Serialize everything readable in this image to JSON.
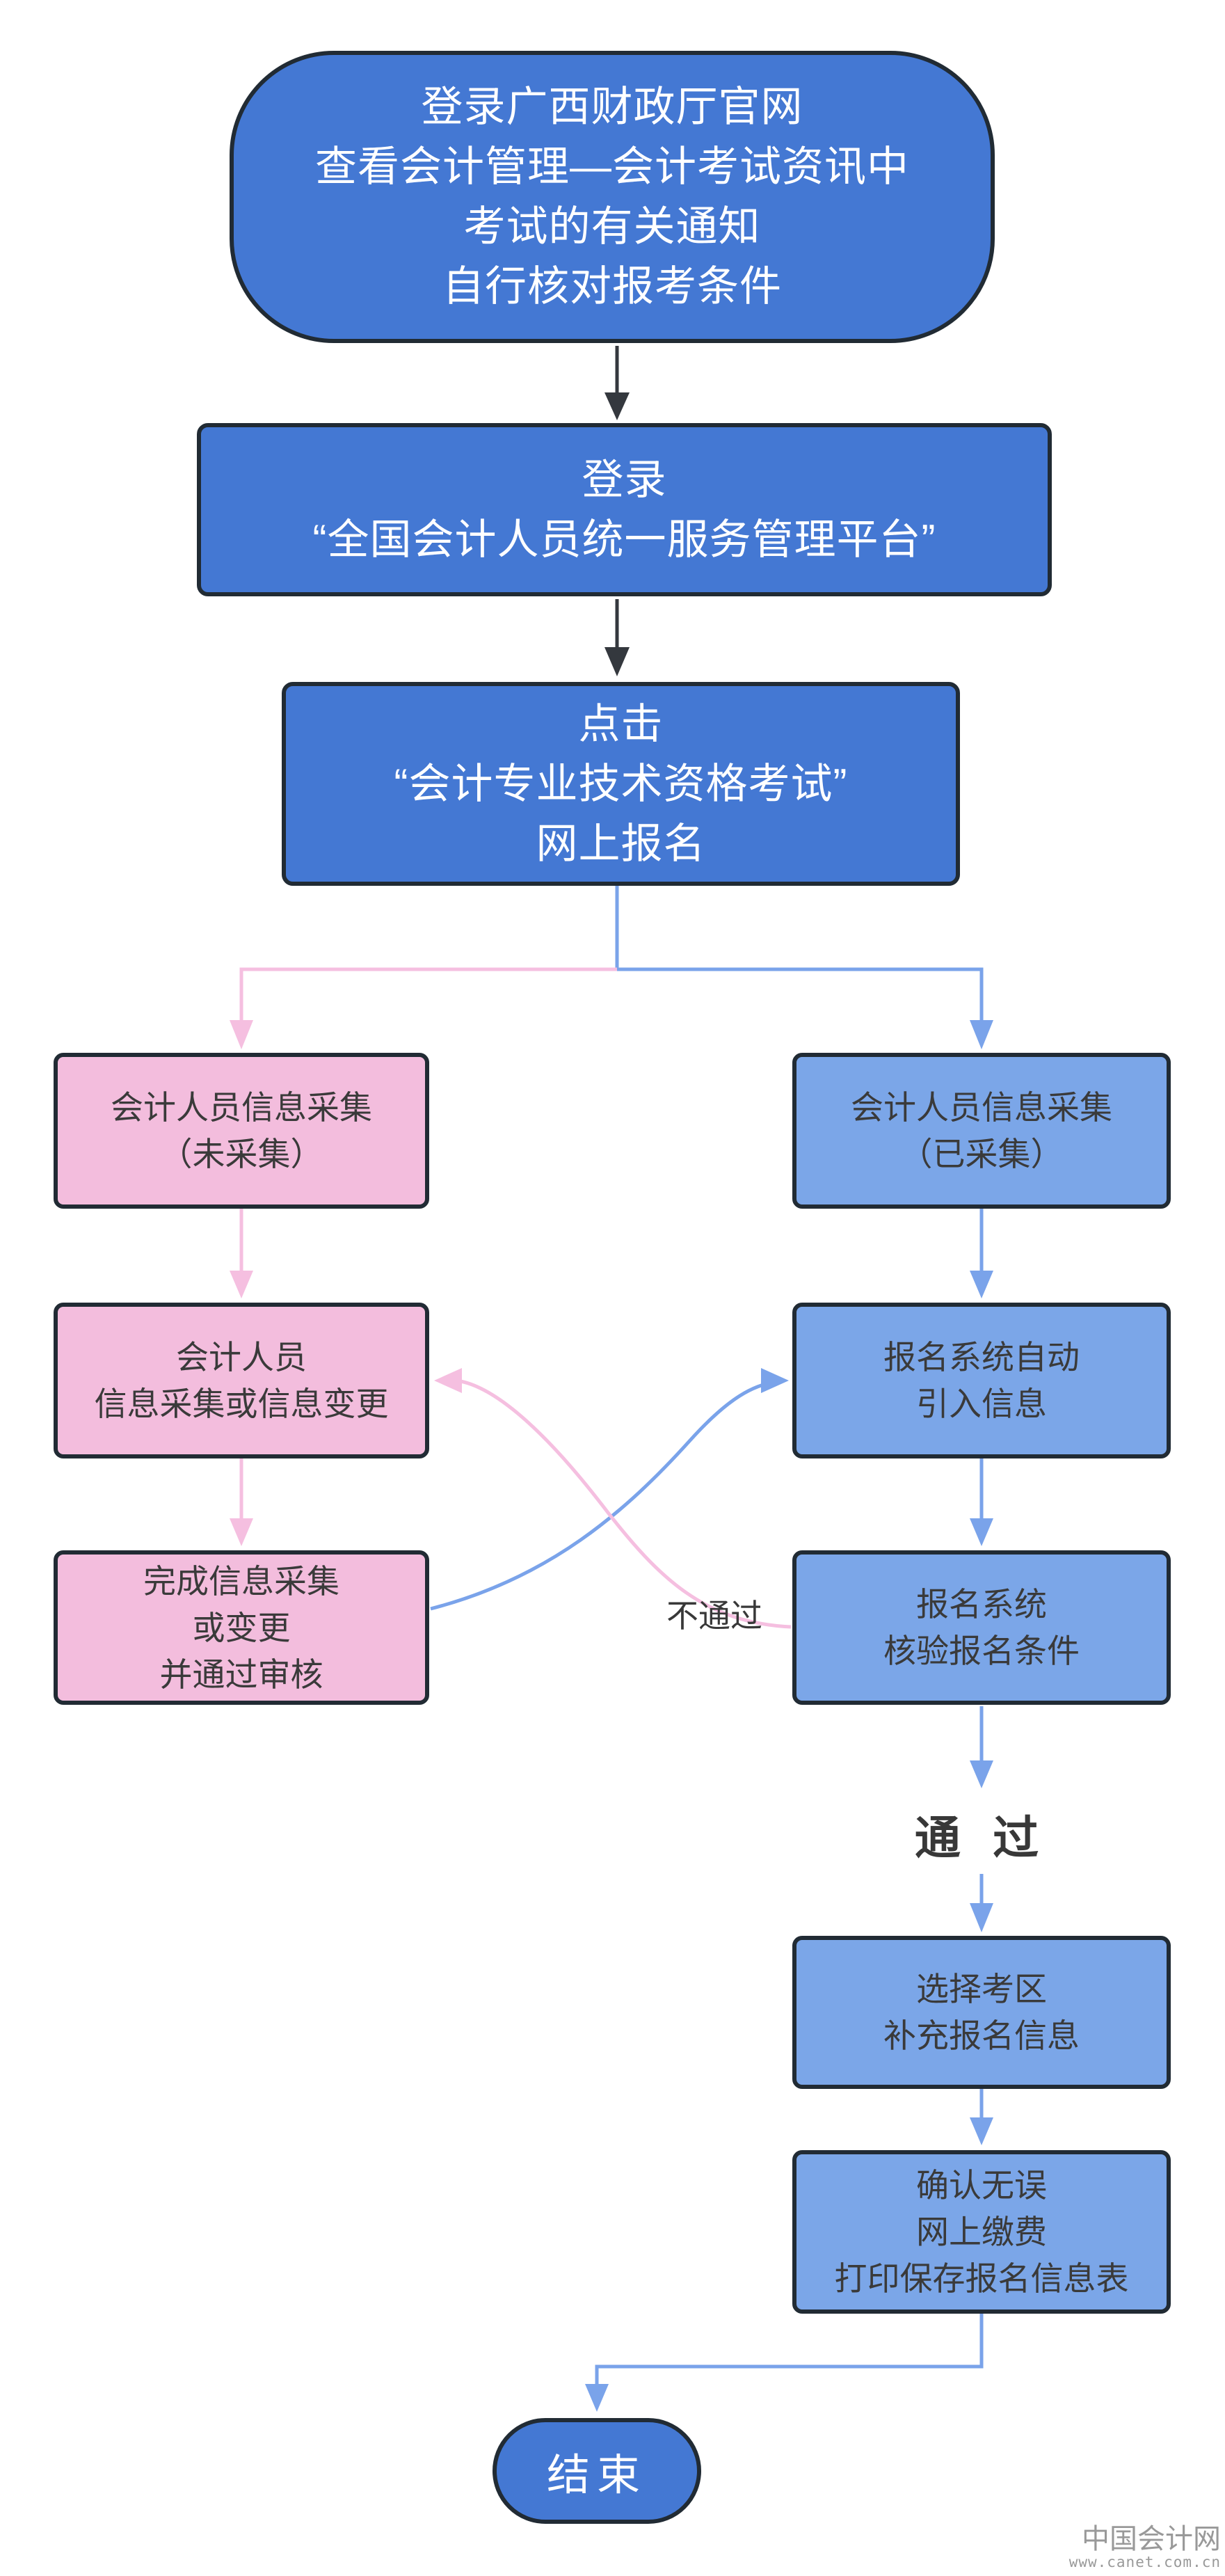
{
  "flowchart": {
    "nodes": {
      "notice": {
        "lines": [
          "登录广西财政厅官网",
          "查看会计管理—会计考试资讯中",
          "考试的有关通知",
          "自行核对报考条件"
        ]
      },
      "login_platform": {
        "lines": [
          "登录",
          "“全国会计人员统一服务管理平台”"
        ]
      },
      "click_register": {
        "lines": [
          "点击",
          "“会计专业技术资格考试”",
          "网上报名"
        ]
      },
      "info_not_collected": {
        "lines": [
          "会计人员信息采集",
          "（未采集）"
        ]
      },
      "info_collected": {
        "lines": [
          "会计人员信息采集",
          "（已采集）"
        ]
      },
      "collect_or_change": {
        "lines": [
          "会计人员",
          "信息采集或信息变更"
        ]
      },
      "auto_import": {
        "lines": [
          "报名系统自动",
          "引入信息"
        ]
      },
      "finish_collect_audit": {
        "lines": [
          "完成信息采集",
          "或变更",
          "并通过审核"
        ]
      },
      "verify_conditions": {
        "lines": [
          "报名系统",
          "核验报名条件"
        ]
      },
      "select_area": {
        "lines": [
          "选择考区",
          "补充报名信息"
        ]
      },
      "confirm_pay_print": {
        "lines": [
          "确认无误",
          "网上缴费",
          "打印保存报名信息表"
        ]
      },
      "end": {
        "label": "结束"
      }
    },
    "edge_labels": {
      "pass": "通 过",
      "fail": "不通过"
    }
  },
  "watermark": {
    "site": "中国会计网",
    "url": "www.canet.com.cn"
  },
  "colors": {
    "main_blue_fill": "#4478d3",
    "light_blue_fill": "#7ba6e8",
    "pink_fill": "#f3bddd",
    "node_border": "#212b34",
    "blue_connector": "#7aa3ea",
    "pink_connector": "#f5bfe0",
    "dark_connector": "#34383e",
    "dark_text": "#3a3a3a",
    "watermark_gray": "#999999"
  }
}
